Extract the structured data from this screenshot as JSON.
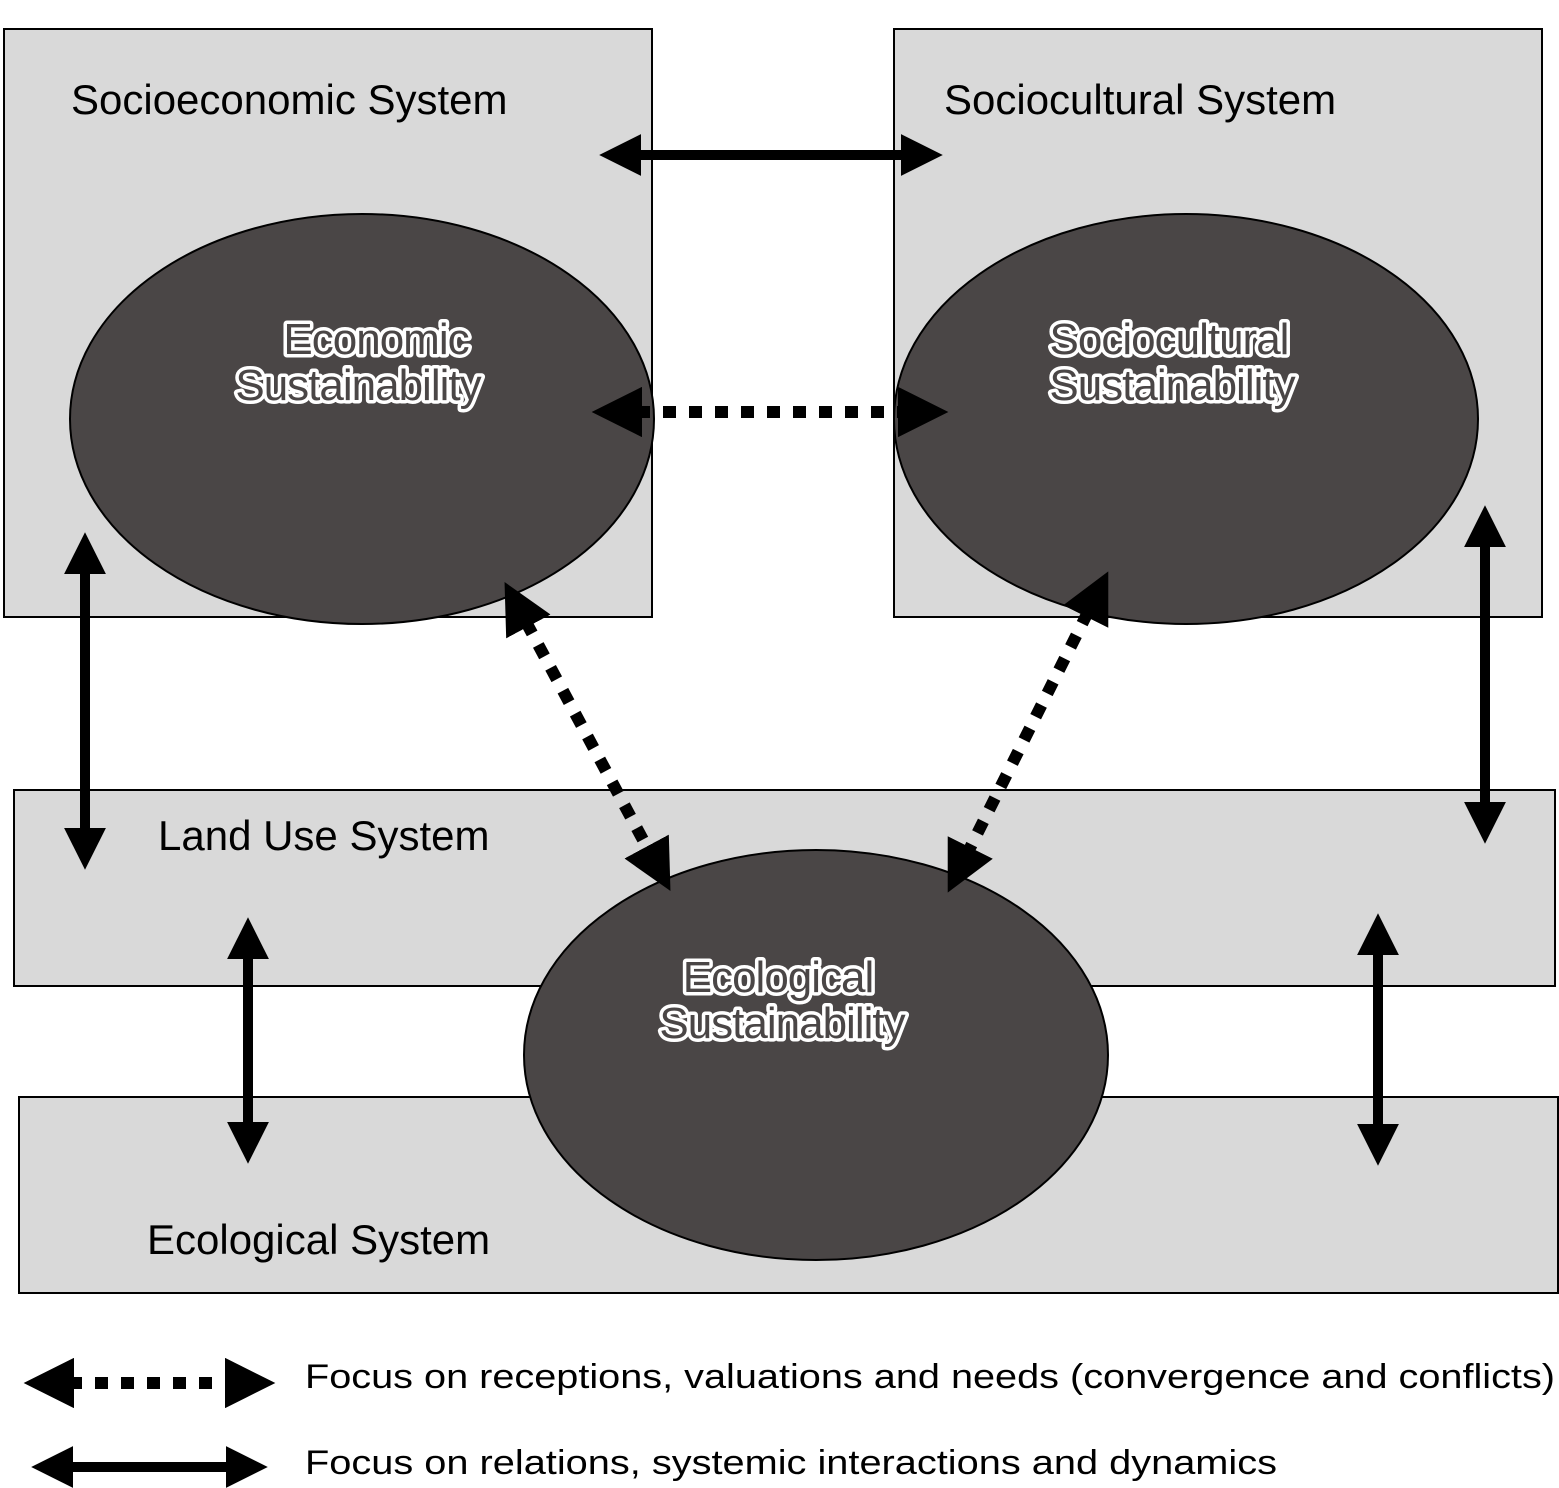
{
  "colors": {
    "system_fill": "#d9d9d9",
    "system_stroke": "#000000",
    "ellipse_fill": "#4a4646",
    "arrow": "#000000",
    "label_outline": "#ffffff"
  },
  "systems": {
    "socioeconomic": "Socioeconomic System",
    "sociocultural": "Sociocultural System",
    "land_use": "Land Use System",
    "ecological": "Ecological System"
  },
  "sustainability": {
    "economic": {
      "line1": "Economic",
      "line2": "Sustainability"
    },
    "sociocultural": {
      "line1": "Sociocultural",
      "line2": "Sustainability"
    },
    "ecological": {
      "line1": "Ecological",
      "line2": "Sustainability"
    }
  },
  "legend": {
    "dotted": "Focus on receptions, valuations and needs (convergence and conflicts)",
    "solid": "Focus on relations, systemic interactions and dynamics"
  }
}
